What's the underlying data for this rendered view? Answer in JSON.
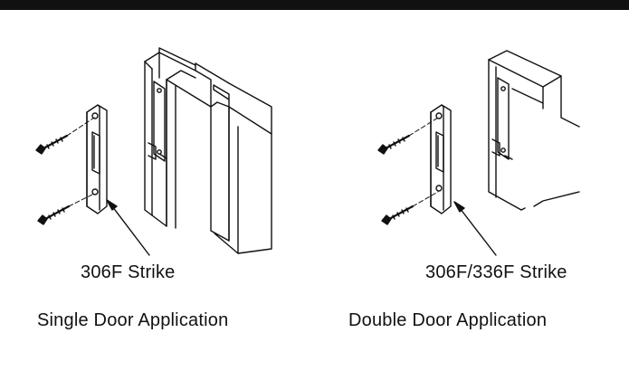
{
  "colors": {
    "line": "#111111",
    "background": "#ffffff",
    "top_bar": "#111111"
  },
  "left_figure": {
    "strike_label": "306F Strike",
    "application_label": "Single Door Application"
  },
  "right_figure": {
    "strike_label": "306F/336F Strike",
    "application_label": "Double Door Application"
  }
}
